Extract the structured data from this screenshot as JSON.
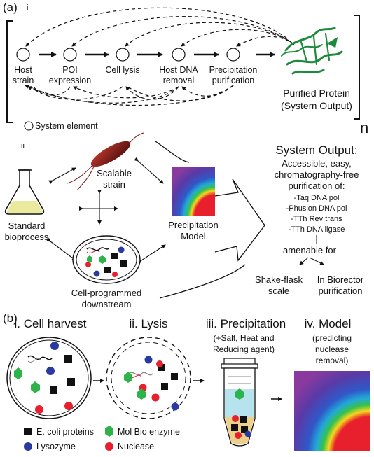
{
  "panel_a": {
    "label": "(a)",
    "sub_i": "i",
    "sub_ii": "ii",
    "n_label": "n",
    "pipeline": [
      {
        "line1": "Host",
        "line2": "strain"
      },
      {
        "line1": "POI",
        "line2": "expression"
      },
      {
        "line1": "Cell lysis",
        "line2": ""
      },
      {
        "line1": "Host DNA",
        "line2": "removal"
      },
      {
        "line1": "Precipitation",
        "line2": "purification"
      }
    ],
    "output_line1": "Purified Protein",
    "output_line2": "(System Output)",
    "legend_system_element": "System element",
    "scalable_strain": [
      "Scalable",
      "strain"
    ],
    "standard_bioprocess": [
      "Standard",
      "bioprocess"
    ],
    "precipitation_model": [
      "Precipitation",
      "Model"
    ],
    "cell_programmed": [
      "Cell-programmed",
      "downstream"
    ],
    "system_output_title": "System Output:",
    "system_output_desc": [
      "Accessible, easy,",
      "chromatography-free",
      "purification of:"
    ],
    "enzymes": [
      "-Taq DNA pol",
      "-Phusion DNA pol",
      "-TTh Rev trans",
      "-TTh DNA ligase"
    ],
    "amenable": "amenable for",
    "shake_flask": [
      "Shake-flask",
      "scale"
    ],
    "bioreactor": [
      "In Biorector",
      "purification"
    ]
  },
  "panel_b": {
    "label": "(b)",
    "step1": "i. Cell harvest",
    "step2": "ii. Lysis",
    "step3": "iii. Precipitation",
    "step3_sub": [
      "(+Salt, Heat and",
      "Reducing agent)"
    ],
    "step4": "iv. Model",
    "step4_sub": [
      "(predicting",
      "nuclease",
      "removal)"
    ],
    "legend": {
      "ecoli": "E. coli proteins",
      "molbio": "Mol Bio enzyme",
      "lysozyme": "Lysozyme",
      "nuclease": "Nuclease"
    }
  },
  "colors": {
    "ecoli": "#111111",
    "molbio": "#2db34a",
    "lysozyme": "#2b3aa0",
    "nuclease": "#e8202e",
    "protein_green": "#1e8a3c",
    "flask_liquid": "#e9ea9c"
  }
}
